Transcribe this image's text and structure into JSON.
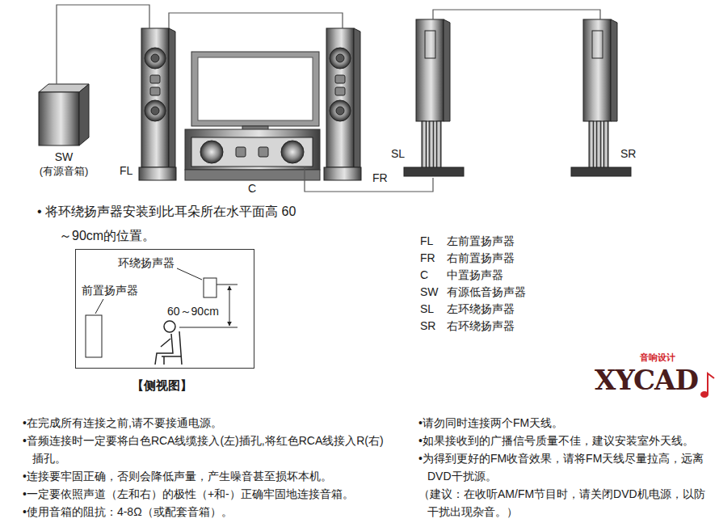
{
  "diagram": {
    "nodes": [
      {
        "text": [
          "SW",
          "(有源音箱)"
        ]
      },
      {
        "text": [
          "FL"
        ]
      },
      {
        "text": [
          "C"
        ]
      },
      {
        "text": [
          "FR"
        ]
      },
      {
        "text": [
          "SL"
        ]
      },
      {
        "text": [
          "SR"
        ]
      },
      {
        "text": [
          "环绕扬声器",
          "前置扬声器",
          "60～90cm"
        ]
      }
    ],
    "edges": [
      {
        "from": 0,
        "to": 1,
        "arrow": "none"
      },
      {
        "from": 1,
        "to": 3,
        "arrow": "none"
      },
      {
        "from": 2,
        "to": 4,
        "arrow": "none"
      },
      {
        "from": 4,
        "to": 5,
        "arrow": "none"
      }
    ],
    "labels": [
      "• 将环绕扬声器安装到比耳朵所在水平面高 60～90cm的位置。",
      "【侧视图】",
      "FL",
      "左前置扬声器",
      "FR",
      "右前置扬声器",
      "C",
      "中置扬声器",
      "SW",
      "有源低音扬声器",
      "SL",
      "左环绕扬声器",
      "SR",
      "右环绕扬声器",
      "•在完成所有连接之前,请不要接通电源。",
      "•音频连接时一定要将白色RCA线缆接入(左)插孔,将红色RCA线接入R(右)插孔。",
      "•连接要牢固正确，否则会降低声量，产生噪音甚至损坏本机。",
      "•一定要依照声道（左和右）的极性（+和-）正确牢固地连接音箱。",
      "•使用音箱的阻抗：4-8Ω（或配套音箱）。",
      "•请勿同时连接两个FM天线。",
      "•如果接收到的广播信号质量不佳，建议安装室外天线。",
      "•为得到更好的FM收音效果，请将FM天线尽量拉高，远离DVD干扰源。",
      "（建议：在收听AM/FM节目时，请关闭DVD机电源，以防干扰出现杂音。）",
      "音响设计",
      "XYCAD"
    ]
  }
}
